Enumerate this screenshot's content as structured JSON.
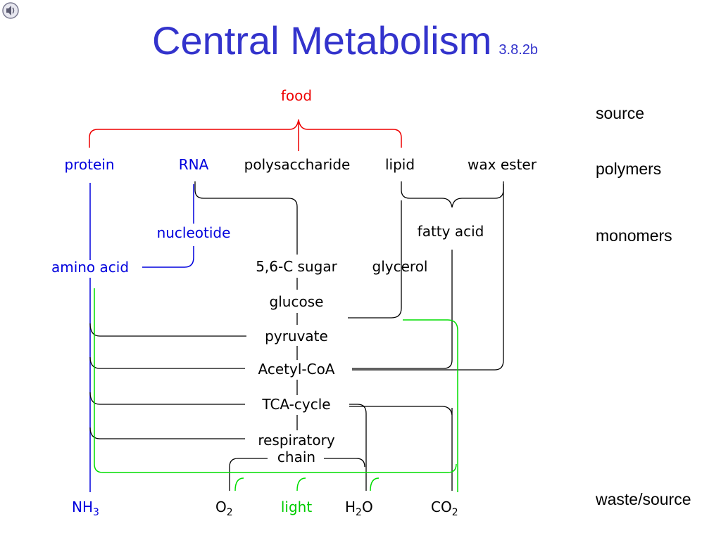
{
  "slide": {
    "title": "Central Metabolism",
    "number": "3.8.2b",
    "speaker_icon": "speaker-icon"
  },
  "levels": {
    "source": "source",
    "polymers": "polymers",
    "monomers": "monomers",
    "waste": "waste/source"
  },
  "nodes": {
    "food": "food",
    "protein": "protein",
    "rna": "RNA",
    "polysaccharide": "polysaccharide",
    "lipid": "lipid",
    "wax_ester": "wax ester",
    "nucleotide": "nucleotide",
    "fatty_acid": "fatty acid",
    "amino_acid": "amino acid",
    "sugar": "5,6-C sugar",
    "glycerol": "glycerol",
    "glucose": "glucose",
    "pyruvate": "pyruvate",
    "acetyl_coa": "Acetyl-CoA",
    "tca": "TCA-cycle",
    "resp1": "respiratory",
    "resp2": "chain",
    "nh3_main": "NH",
    "nh3_sub": "3",
    "o2_main": "O",
    "o2_sub": "2",
    "light": "light",
    "h2o_h": "H",
    "h2o_sub": "2",
    "h2o_o": "O",
    "co2_main": "CO",
    "co2_sub": "2"
  },
  "colors": {
    "title": "#3333cc",
    "food": "#ee0000",
    "blue": "#0000dd",
    "green": "#00dd00",
    "black": "#000000"
  }
}
